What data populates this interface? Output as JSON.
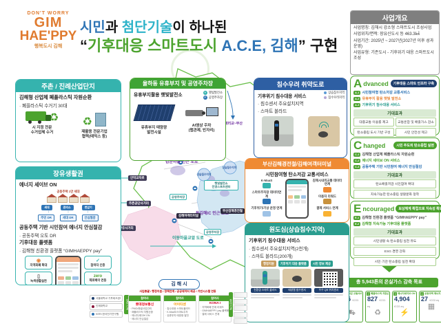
{
  "logo": {
    "tagline": "DON'T WORRY",
    "name1": "GIM",
    "name2": "HAE'PPY",
    "subtitle": "행복도시 김해"
  },
  "title": {
    "l1a": "시민",
    "l1b": "과 ",
    "l1c": "첨단기술",
    "l1d": "이 하나된",
    "l2a": "“",
    "l2b": "기후대응 스마트도시 ",
    "l2c": "A.C.E, 김해",
    "l2d": "”",
    "l2e": " 구현"
  },
  "overview": {
    "title": "사업개요",
    "item1": "사업명칭: 김해시 강소형 스마트도시 조성사업",
    "item2": "사업위치/면적: 장유신도시 등 463.3㎢",
    "item3": "사업기간: 2025년 ~ 2027년(2027년 이후 성과운영)",
    "item4": "사업유형: 기존도시 - 기후위기 대응 스마트도시 조성"
  },
  "juchon": {
    "title": "주촌 / 진례산업단지",
    "line1": "김해형 산업체 폐플라스틱 자원순환",
    "line2": "· 폐플라스틱 수거기 30대",
    "cap1a": "시 지정 전문",
    "cap1b": "수거업체 수거",
    "cap2a": "재활용 전문기업",
    "cap2b": "협력(태믹스 등)"
  },
  "jangyu": {
    "title": "장유생활권",
    "line1": "에너지 세이브 ON",
    "apt_label": "공동주택 1만 세대",
    "node1": "세대",
    "node2": "관리소",
    "node3": "변압기",
    "arrow": "↓",
    "dr1": "주민 DR",
    "dr2": "세대 DR",
    "dr3": "안심절감",
    "line2": "공동주택 기반 시민참여 에너지 안심절감",
    "line3": "· 공동주택 오토 DR",
    "line4": "기후대응 플랫폼",
    "line5": "· 김해형 친환경 플랫폼 “GIMHAEPPY pay”",
    "g1": "지역화폐 확대",
    "g2": "녹색생활실천",
    "g3": "탄소중립 실천",
    "g4": "참여자 인증",
    "g5a": "zero",
    "g5b": "제로페이 연동",
    "g6": "리워드 지급"
  },
  "yulha": {
    "title": "율하동 유휴부지 및 공영주차장",
    "line1": "유휴부지활용 햇빛발전소",
    "leg1": "햇빛발전소",
    "leg2": "공영주차장",
    "cap1a": "유휴부지 태양광",
    "cap1b": "발전시설",
    "cap2a": "AI영상 주차",
    "cap2b": "(맵관제, 빈자리)"
  },
  "floodroad": {
    "title": "침수우려 취약도로",
    "line1": "기후위기 침수대응 서비스",
    "line2": "· 침수센서 주요설치지역",
    "line3": "· 스마트 볼라드",
    "leg1": "상습침수지역",
    "leg2": "침수우려지역"
  },
  "lrt": {
    "title": "부산김해경전철/김해여객터미널",
    "subtitle": "시민참여형 탄소저감 교통서비스",
    "l1": "K-MaaS",
    "l2": "스마트주차장 데이터연계",
    "l3": "기후위기/기상 운영 연계",
    "r1": "김해시내외교통 데이터연계",
    "r2": "이용자 리워드",
    "r3": "결제 서비스 연계"
  },
  "oldtown": {
    "title": "원도심(상습침수지역)",
    "line1": "기후위기 침수대응 서비스",
    "line2": "· 침수센서 주요설치지역(2천개)",
    "line3": "· 스마트 볼라드(200개)",
    "flow1": "행정지원",
    "flow2": "기후위기 대응 플랫폼",
    "flow3": "시민 정보 제공",
    "cap1": "친환경 스마트 볼라드",
    "cap2": "태양열 침수센서",
    "cap3": "우수 QR 위치센서"
  },
  "map": {
    "road1": "감분마을 인근 도로",
    "road2": "동김해IC 인근 도로",
    "road3": "이동마을교앞 도로",
    "road4": "매리교~무산",
    "badge1": "안막교차로",
    "badge2": "주촌공단사거리",
    "badge3": "장유사거리",
    "badge4": "김해여객터미널",
    "badge5": "부산김해경전철",
    "spot1": "상습침수지역",
    "spot2": "상습침수지역",
    "spot3a": "햇빛발전소",
    "spot3b": "진영스포츠센터",
    "spot4": "공영주차장",
    "spot5": "공영주차장"
  },
  "ace": {
    "a": {
      "letter": "A",
      "word": "dvanced",
      "badge": "기후대응 스마트 인프라 구축",
      "t1": "A-1",
      "i1": "시민참여형 탄소저감 교통서비스",
      "t2": "A-2",
      "i2": "유휴부지 활용 햇빛 발전소",
      "t3": "A-3",
      "i3": "기후위기 침수대응 서비스",
      "fx": "기대효과",
      "f1": "대중교통 이용률 제고",
      "f2": "교통혼잡 및 배출가스 감소",
      "f3": "탄소중립 도시 기반 구성",
      "f4": "시민 안전성 제고"
    },
    "c": {
      "letter": "C",
      "word": "hanged",
      "badge": "시민 주도의 탄소중립 실현",
      "t1": "C-1",
      "i1": "김해형 산업체 폐플라스틱 자원순환",
      "t2": "C-2",
      "i2": "에너지 세이브 ON 서비스",
      "t3": "C-3",
      "i3": "공동주택 기반 시민참여 에너지 안심절감",
      "fx": "기대효과",
      "f1": "탄소배출저감 시민참여 확대",
      "f2": "지속가능한 탄소중립 생활문화 정착"
    },
    "e": {
      "letter": "E",
      "word": "ncouraged",
      "badge": "보상체계 확립으로 지속성 확보",
      "t1": "E-1",
      "i1": "김해형 친환경 플랫폼 “GIMHAEPPY pay”",
      "t2": "E-2",
      "i2": "김해형 지속가능 기후대응 플랫폼",
      "fx": "기대효과",
      "f1": "시민생활 속 탄소중립 실천 유도",
      "f2": "ESG 경영 강화",
      "f3": "시민·기관 탄소중립 실천 확대"
    }
  },
  "goal": {
    "banner": "총 5,943톤의 온실가스 감축 목표",
    "s1_no": "1",
    "s1_label": "탄소저감 교통서비스",
    "s1_value": "185",
    "s1_unit": "tCO2-eq",
    "s2_no": "2",
    "s2_label": "폐플라스틱 자원순환",
    "s2_value": "827",
    "s2_unit": "tCO2-eq",
    "s3_no": "3",
    "s3_label": "에너지세이브 ON",
    "s3_value": "4,904",
    "s3_unit": "tCO2-eq",
    "s4_no": "4",
    "s4_label": "공동주택 에너지 절감",
    "s4_value": "27",
    "s4_unit": "tCO2-eq"
  },
  "org": {
    "city": "김 해 시",
    "role": "사업총괄 / 행정지원 / 정책연계 / 공공데이터 제공 / 기반시스템 연동",
    "h1": "참여사",
    "n1": "롯데정보통신",
    "b1a": "· PMO/총괄사업관리",
    "b1b": "· 폐플라스틱 자원순환",
    "b1c": "· 에너지세이브 ON",
    "b1d": "· 에너지 안심절감",
    "h2": "참여사",
    "n2": "아이티센",
    "b2a": "· 침수대응 스마트볼라드",
    "b2b": "· K-MaaS/스마트주차",
    "b2c": "· 유휴부지 태양광 발전",
    "h3": "참여사",
    "n3": "KONA I",
    "b3a": "· 지역화폐 연계 리워드",
    "b3b": "· GIMHAEPPY pay 플랫폼",
    "b3c": "· 결제 서비스 연계"
  },
  "partners": {
    "tab": "협력기관",
    "p1": "서울대학교 기후테크센터",
    "p2": "인제대학교",
    "p3": "KERI 한국전기연구원",
    "tab2": "참여기관"
  }
}
